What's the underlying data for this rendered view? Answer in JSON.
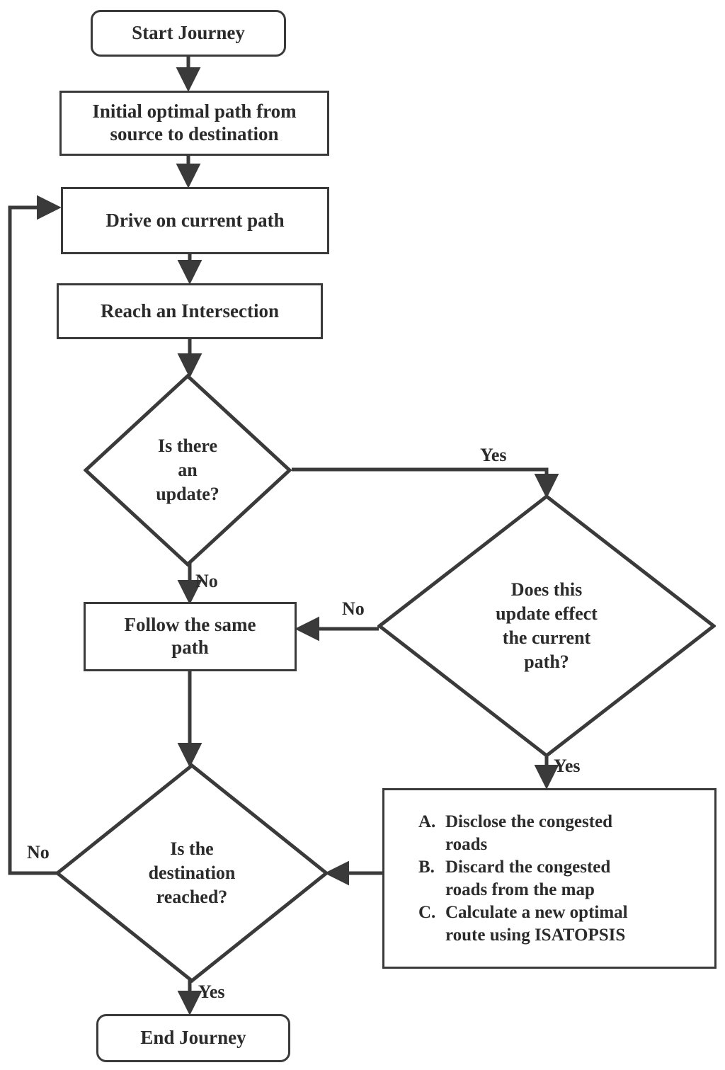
{
  "diagram": {
    "type": "flowchart",
    "title": "Adaptive journey routing flowchart",
    "stroke_color": "#3a3a3a",
    "text_color": "#2b2b2b",
    "background_color": "#ffffff"
  },
  "nodes": {
    "start": {
      "label": "Start Journey",
      "shape": "terminal"
    },
    "initial_path": {
      "label": "Initial optimal path from\nsource to destination",
      "shape": "process"
    },
    "drive": {
      "label": "Drive on current path",
      "shape": "process"
    },
    "intersection": {
      "label": "Reach an Intersection",
      "shape": "process"
    },
    "update_decision": {
      "label": "Is there\nan\nupdate?",
      "shape": "decision"
    },
    "effect_decision": {
      "label": "Does this\nupdate effect\nthe current\npath?",
      "shape": "decision"
    },
    "follow_same": {
      "label": "Follow the same\npath",
      "shape": "process"
    },
    "destination_decision": {
      "label": "Is the\ndestination\nreached?",
      "shape": "decision"
    },
    "actions": {
      "shape": "process",
      "items": [
        {
          "marker": "A.",
          "text": "Disclose the congested\nroads"
        },
        {
          "marker": "B.",
          "text": "Discard the congested\nroads from the map"
        },
        {
          "marker": "C.",
          "text": "Calculate a new optimal\nroute using ISATOPSIS"
        }
      ]
    },
    "end": {
      "label": "End Journey",
      "shape": "terminal"
    }
  },
  "edge_labels": {
    "update_yes": "Yes",
    "update_no": "No",
    "effect_no": "No",
    "effect_yes": "Yes",
    "destination_no": "No",
    "destination_yes": "Yes"
  }
}
